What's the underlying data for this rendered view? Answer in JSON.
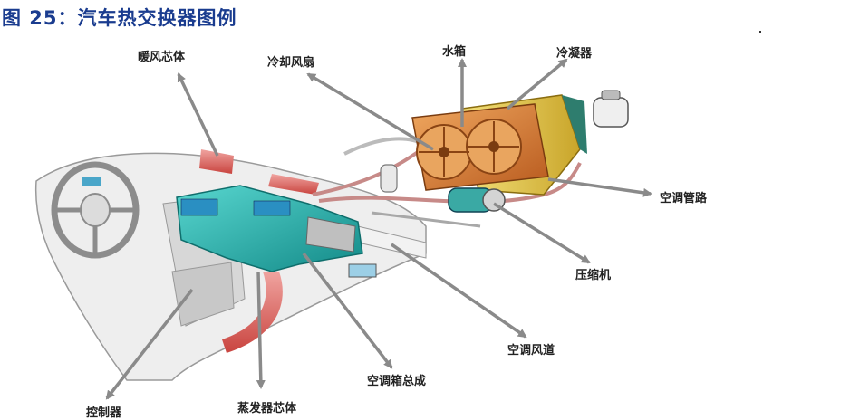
{
  "figure": {
    "title": "图 25：汽车热交换器图例"
  },
  "labels": {
    "heater_core": "暖风芯体",
    "cooling_fan": "冷却风扇",
    "radiator": "水箱",
    "condenser": "冷凝器",
    "ac_pipeline": "空调管路",
    "compressor": "压缩机",
    "ac_duct": "空调风道",
    "hvac_box_assembly": "空调箱总成",
    "evaporator_core": "蒸发器芯体",
    "controller": "控制器"
  },
  "colors": {
    "title": "#1a3c8f",
    "arrow": "#8a8a8a",
    "hvac_teal": "#2bb7b2",
    "radiator_orange": "#d9772b",
    "condenser_yellow": "#e0c23a",
    "duct_red": "#d9605c"
  }
}
